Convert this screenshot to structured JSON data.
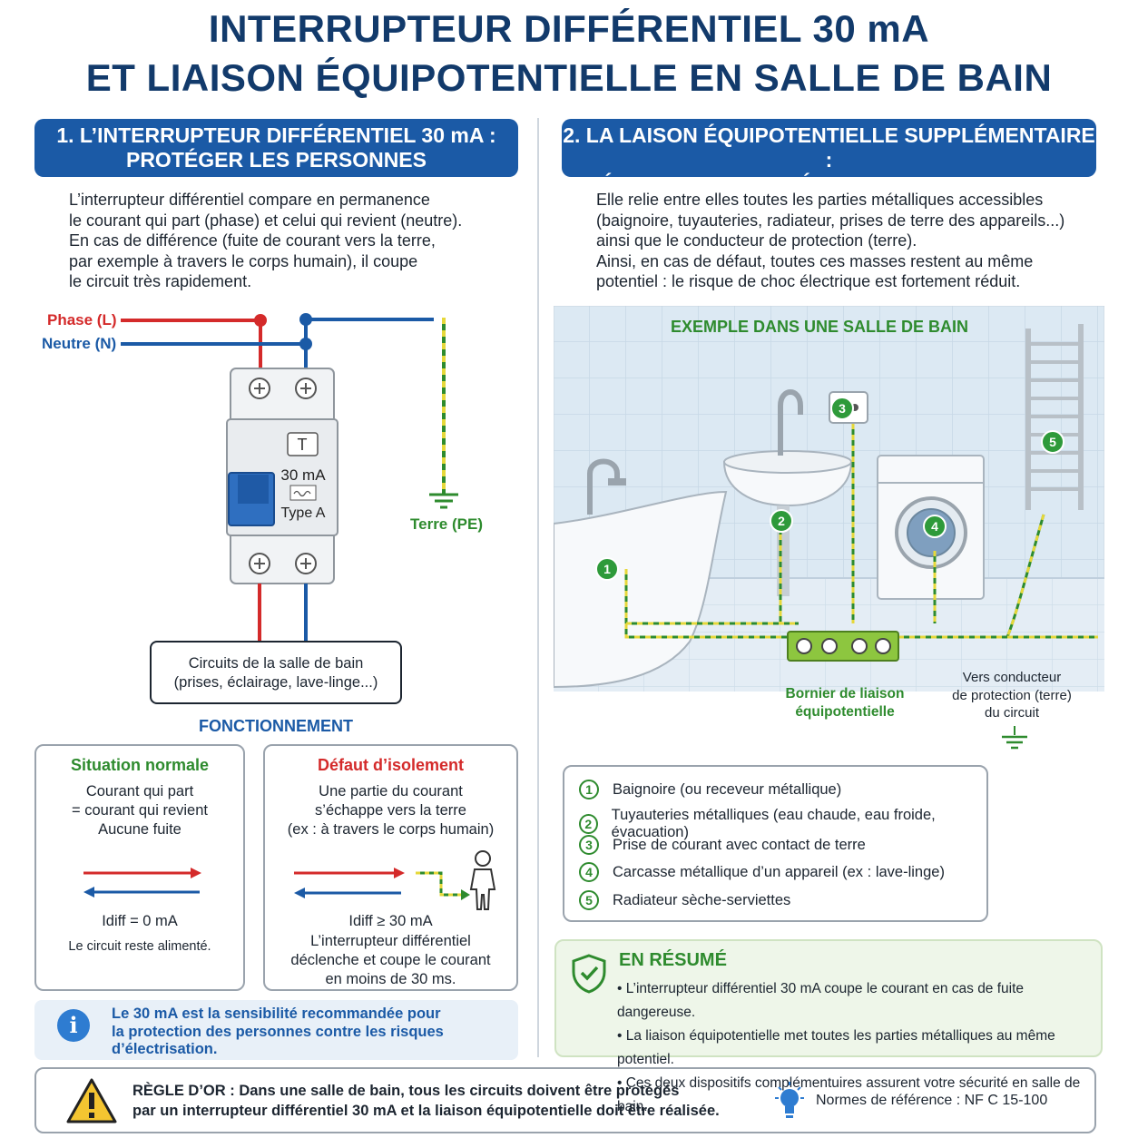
{
  "title": {
    "line1": "INTERRUPTEUR DIFFÉRENTIEL 30 mA",
    "line2": "ET LIAISON ÉQUIPOTENTIELLE EN SALLE DE BAIN"
  },
  "left": {
    "header_line1": "1. L’INTERRUPTEUR DIFFÉRENTIEL 30 mA :",
    "header_line2": "PROTÉGER LES PERSONNES",
    "intro": [
      "L’interrupteur différentiel compare en permanence",
      "le courant qui part (phase) et celui qui revient (neutre).",
      "En cas de différence (fuite de courant vers la terre,",
      "par exemple à travers le corps humain), il coupe",
      "le circuit très rapidement."
    ],
    "phase_label": "Phase (L)",
    "neutral_label": "Neutre (N)",
    "earth_label": "Terre (PE)",
    "device": {
      "test_button": "T",
      "rating": "30 mA",
      "type": "Type A"
    },
    "circuits_line1": "Circuits de la salle de bain",
    "circuits_line2": "(prises, éclairage, lave-linge...)",
    "fonctionnement": "FONCTIONNEMENT",
    "normal": {
      "title": "Situation normale",
      "lines": [
        "Courant qui part",
        "= courant qui revient",
        "Aucune fuite"
      ],
      "idiff": "Idiff = 0 mA",
      "note": "Le circuit reste alimenté."
    },
    "fault": {
      "title": "Défaut d’isolement",
      "lines": [
        "Une partie du courant",
        "s’échappe vers la terre",
        "(ex : à travers le corps humain)"
      ],
      "idiff": "Idiff ≥ 30 mA",
      "result": [
        "L’interrupteur différentiel",
        "déclenche et coupe le courant",
        "en moins de 30 ms."
      ]
    },
    "info": {
      "icon": "i",
      "lines": [
        "Le 30 mA est la sensibilité recommandée pour",
        "la protection des personnes contre les risques",
        "d’électrisation."
      ]
    }
  },
  "right": {
    "header_line1": "2. LA LAISON ÉQUIPOTENTIELLE SUPPLÉMENTAIRE :",
    "header_line2": "ÉLIMINER LES DIFFÉRENCES DE POTENTIEL",
    "intro": [
      "Elle relie entre elles toutes les parties métalliques accessibles",
      "(baignoire, tuyauteries, radiateur, prises de terre des appareils...)",
      "ainsi que le conducteur de protection (terre).",
      "Ainsi, en cas de défaut, toutes ces masses restent au même",
      "potentiel : le risque de choc électrique est fortement réduit."
    ],
    "example_title": "EXEMPLE DANS UNE SALLE DE BAIN",
    "bornier_line1": "Bornier de liaison",
    "bornier_line2": "équipotentielle",
    "conductor_line1": "Vers conducteur",
    "conductor_line2": "de protection (terre)",
    "conductor_line3": "du circuit",
    "markers": [
      "1",
      "2",
      "3",
      "4",
      "5"
    ],
    "legend": [
      {
        "num": "1",
        "text": "Baignoire (ou receveur métallique)"
      },
      {
        "num": "2",
        "text": "Tuyauteries métalliques (eau chaude, eau froide, évacuation)"
      },
      {
        "num": "3",
        "text": "Prise de courant avec contact de terre"
      },
      {
        "num": "4",
        "text": "Carcasse métallique d’un appareil (ex : lave-linge)"
      },
      {
        "num": "5",
        "text": "Radiateur sèche-serviettes"
      }
    ],
    "summary": {
      "title": "EN RÉSUMÉ",
      "bullets": [
        "• L’interrupteur différentiel 30 mA coupe le courant en cas de fuite dangereuse.",
        "• La liaison équipotentielle met toutes les parties métalliques au même potentiel.",
        "• Ces deux dispositifs complémentuires assurent votre sécurité en salle de bain."
      ]
    }
  },
  "footer": {
    "rule_line1": "RÈGLE D’OR : Dans une salle de bain, tous les circuits doivent être protégés",
    "rule_line2": "par un interrupteur différentiel 30 mA et la liaison équipotentielle doit être réalisée.",
    "standards": "Normes de référence : NF C 15-100"
  },
  "colors": {
    "title_blue": "#123a6b",
    "header_blue": "#1b5aa6",
    "phase_red": "#d42a2a",
    "neutral_blue": "#1b5aa6",
    "earth_green": "#2e8b2e",
    "earth_yellow": "#e6d83a",
    "summary_bg": "#eef6e9",
    "info_bg": "#e8f0f8",
    "warning_yellow": "#f4c531"
  },
  "icons": [
    "circuit-breaker-icon",
    "earth-symbol-icon",
    "person-icon",
    "info-icon",
    "shield-check-icon",
    "warning-icon",
    "lightbulb-icon",
    "bathtub-icon",
    "sink-icon",
    "socket-icon",
    "washing-machine-icon",
    "towel-radiator-icon"
  ]
}
